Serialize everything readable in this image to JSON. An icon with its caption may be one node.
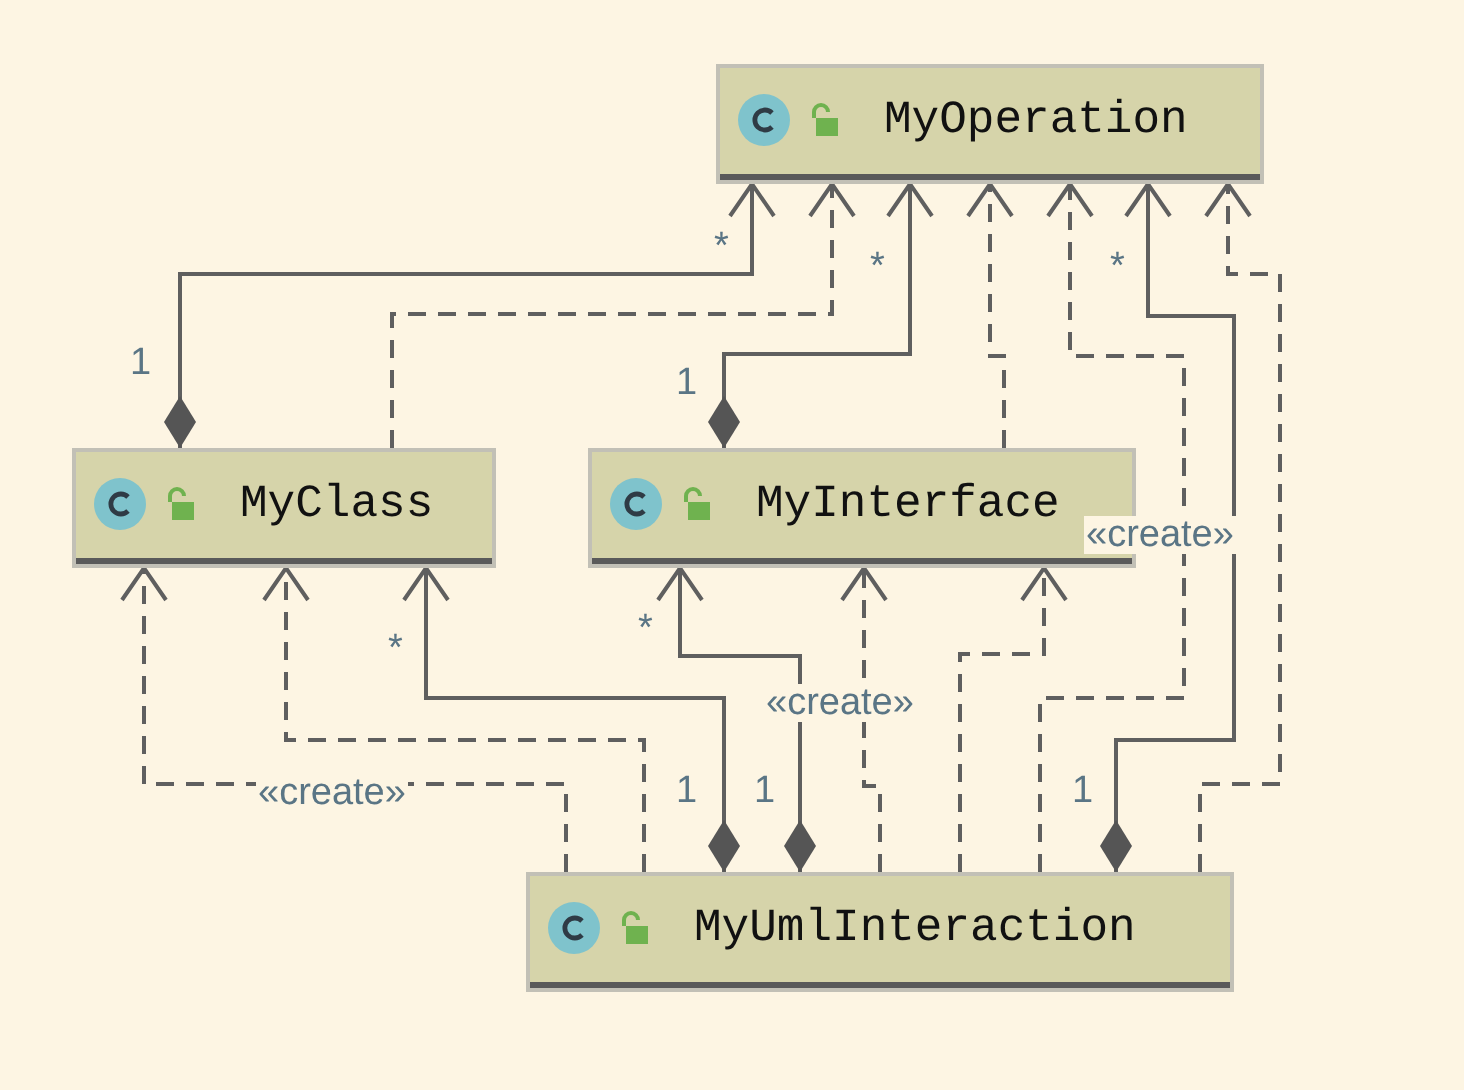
{
  "diagram": {
    "nodes": [
      {
        "text": [
          "MyOperation"
        ]
      },
      {
        "text": [
          "MyClass"
        ]
      },
      {
        "text": [
          "MyInterface"
        ]
      },
      {
        "text": [
          "MyUmlInteraction"
        ]
      }
    ],
    "edges": [
      {
        "from": 1,
        "to": 0,
        "arrow": "to"
      },
      {
        "from": 1,
        "to": 0,
        "arrow": "to",
        "style": "dashed"
      },
      {
        "from": 2,
        "to": 0,
        "arrow": "to"
      },
      {
        "from": 2,
        "to": 0,
        "arrow": "to",
        "style": "dashed"
      },
      {
        "from": 3,
        "to": 1,
        "arrow": "to",
        "style": "dashed",
        "label": "«create»"
      },
      {
        "from": 3,
        "to": 1,
        "arrow": "to",
        "style": "dashed"
      },
      {
        "from": 3,
        "to": 1,
        "arrow": "to"
      },
      {
        "from": 3,
        "to": 2,
        "arrow": "to"
      },
      {
        "from": 3,
        "to": 2,
        "arrow": "to",
        "style": "dashed",
        "label": "«create»"
      },
      {
        "from": 3,
        "to": 2,
        "arrow": "to",
        "style": "dashed"
      },
      {
        "from": 3,
        "to": 0,
        "arrow": "to",
        "style": "dashed",
        "label": "«create»"
      },
      {
        "from": 3,
        "to": 0,
        "arrow": "to"
      },
      {
        "from": 3,
        "to": 0,
        "arrow": "to",
        "style": "dashed"
      }
    ],
    "labels": [
      "*",
      "*",
      "*",
      "1",
      "1",
      "*",
      "*",
      "1",
      "1",
      "1"
    ]
  }
}
